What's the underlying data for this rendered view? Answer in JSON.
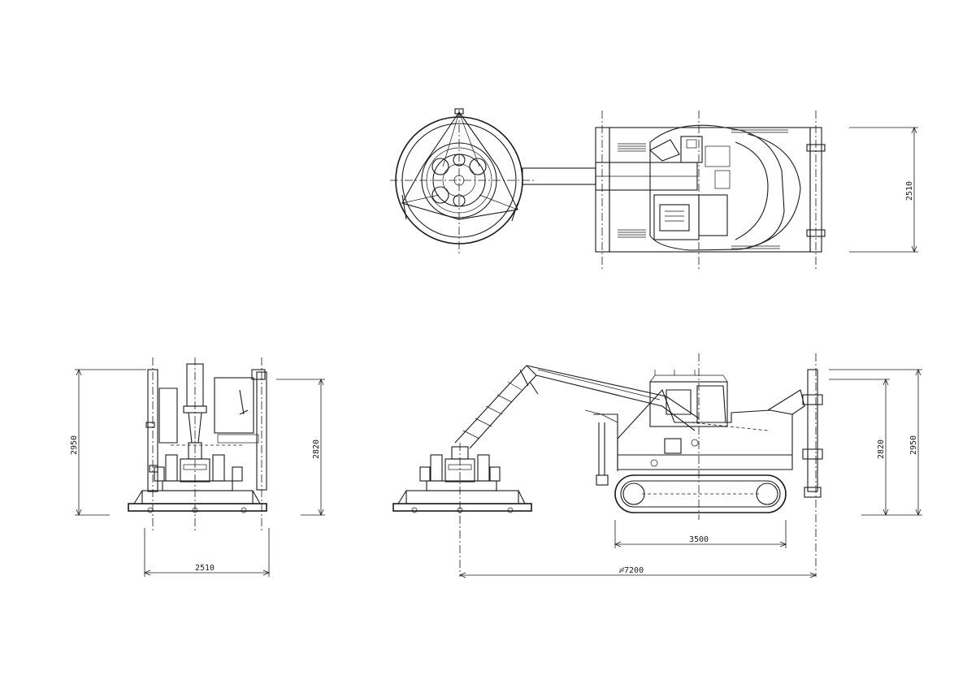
{
  "drawing": {
    "dimensions": {
      "plan_width": "2510",
      "end_view_width": "2510",
      "end_view_height_left": "2950",
      "end_view_height_right": "2820",
      "side_track_length": "3500",
      "side_overall_length": "≓7200",
      "side_height_inner": "2820",
      "side_height_outer": "2950"
    }
  }
}
